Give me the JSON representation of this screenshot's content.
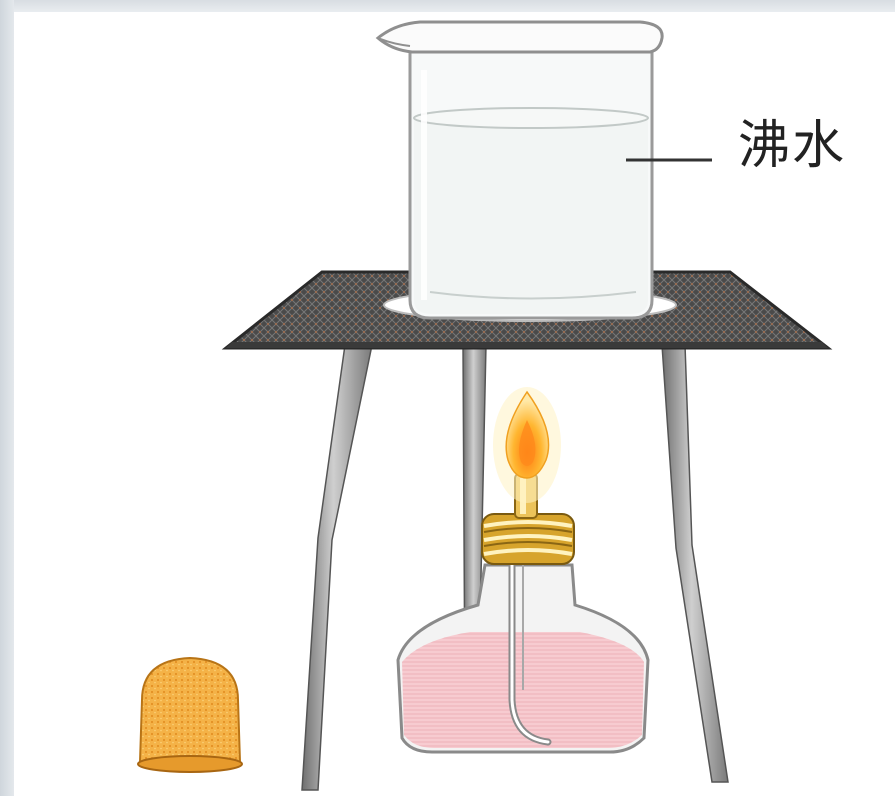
{
  "diagram": {
    "label_text": "沸水",
    "colors": {
      "gauze": "#3a3a3a",
      "stand_leg": "#9a9a9a",
      "water_line": "#b8c7c9",
      "flame_outer": "#f6b73c",
      "flame_inner": "#ff8a1c",
      "lid_orange": "#f2a93b",
      "wick_cap": "#e5ad2e",
      "alcohol_pink": "#f5b8bf",
      "glass_outline": "#8a8a8a"
    },
    "parts": [
      "beaker",
      "boiling-water",
      "wire-gauze",
      "tripod-stand",
      "alcohol-lamp",
      "flame",
      "lamp-cap"
    ]
  }
}
